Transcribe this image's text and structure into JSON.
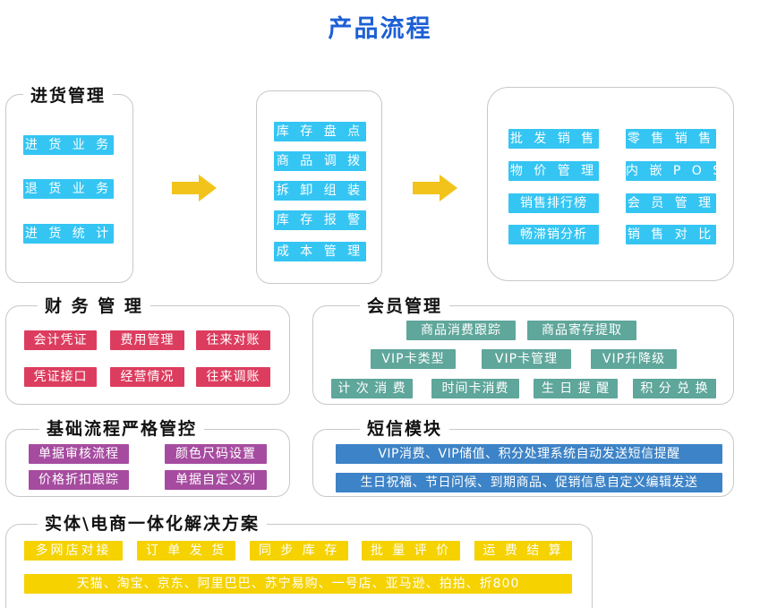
{
  "title": "产品流程",
  "purchase": {
    "label": "进货管理",
    "items": [
      "进 货 业 务",
      "退 货 业 务",
      "进 货 统 计"
    ]
  },
  "inventory": {
    "items": [
      "库 存 盘 点",
      "商 品 调 拨",
      "拆 卸 组 装",
      "库 存 报 警",
      "成 本 管 理"
    ]
  },
  "sales": {
    "items": [
      "批 发 销 售",
      "零 售 销 售",
      "物 价 管 理",
      "内 嵌 P O S",
      "销售排行榜",
      "会 员 管 理",
      "畅滞销分析",
      "销 售 对 比"
    ]
  },
  "finance": {
    "label": "财 务 管 理",
    "items": [
      "会计凭证",
      "费用管理",
      "往来对账",
      "凭证接口",
      "经营情况",
      "往来调账"
    ]
  },
  "member": {
    "label": "会员管理",
    "items": [
      "商品消费跟踪",
      "商品寄存提取",
      "VIP卡类型",
      "VIP卡管理",
      "VIP升降级",
      "计 次 消 费",
      "时间卡消费",
      "生 日 提 醒",
      "积 分 兑 换"
    ]
  },
  "basic": {
    "label": "基础流程严格管控",
    "items": [
      "单据审核流程",
      "颜色尺码设置",
      "价格折扣跟踪",
      "单据自定义列"
    ]
  },
  "sms": {
    "label": "短信模块",
    "items": [
      "VIP消费、VIP储值、积分处理系统自动发送短信提醒",
      "生日祝福、节日问候、到期商品、促销信息自定义编辑发送"
    ]
  },
  "ecommerce": {
    "label": "实体\\电商一体化解决方案",
    "items": [
      "多网店对接",
      "订 单 发 货",
      "同 步 库 存",
      "批 量 评 价",
      "运 费 结 算"
    ],
    "platforms": "天猫、淘宝、京东、阿里巴巴、苏宁易购、一号店、亚马逊、拍拍、折800"
  },
  "colors": {
    "title": "#1d5fd6",
    "blue": "#35c5f3",
    "red": "#dc3d5f",
    "teal": "#5fa69b",
    "purple": "#a64ca0",
    "navy": "#3d83c7",
    "yellow": "#f5d200",
    "arrow": "#f2c31a"
  }
}
